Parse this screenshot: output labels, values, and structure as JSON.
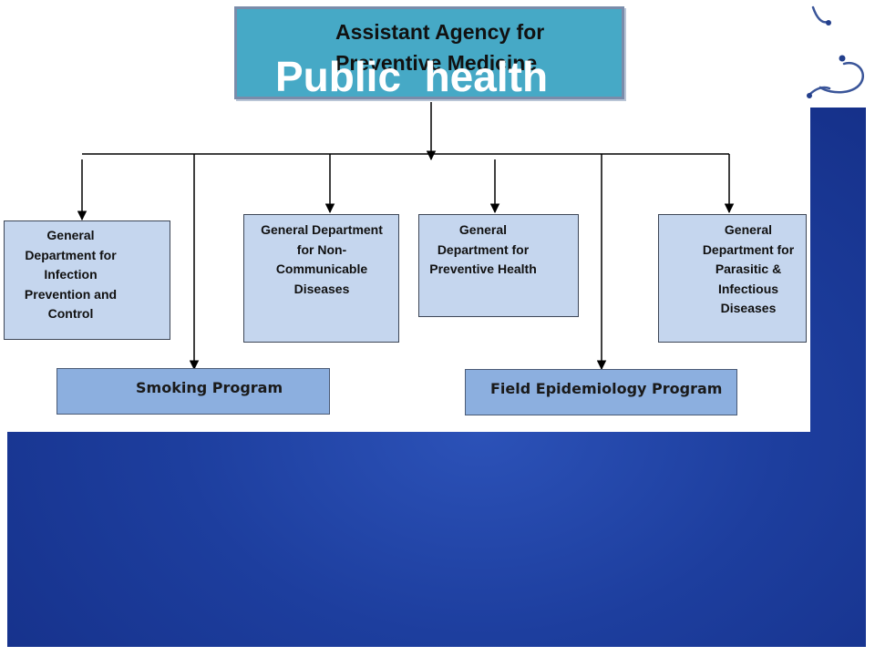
{
  "header": {
    "agency_title": "Assistant Agency for Preventive Medicine",
    "overlay_title": "Public  health"
  },
  "departments": [
    {
      "name": "General Department for Infection Prevention and Control"
    },
    {
      "name": "General Department for Non-Communicable Diseases"
    },
    {
      "name": "General Department for Preventive Health"
    },
    {
      "name": "General Department for Parasitic & Infectious Diseases"
    }
  ],
  "programs": [
    {
      "name": "Smoking Program"
    },
    {
      "name": "Field Epidemiology Program"
    }
  ],
  "colors": {
    "header_box": "#46a9c6",
    "department_box": "#c5d6ee",
    "program_box": "#8cafdf",
    "background_blue": "#1d3e9e"
  },
  "icons": [
    "stethoscope-icon"
  ]
}
